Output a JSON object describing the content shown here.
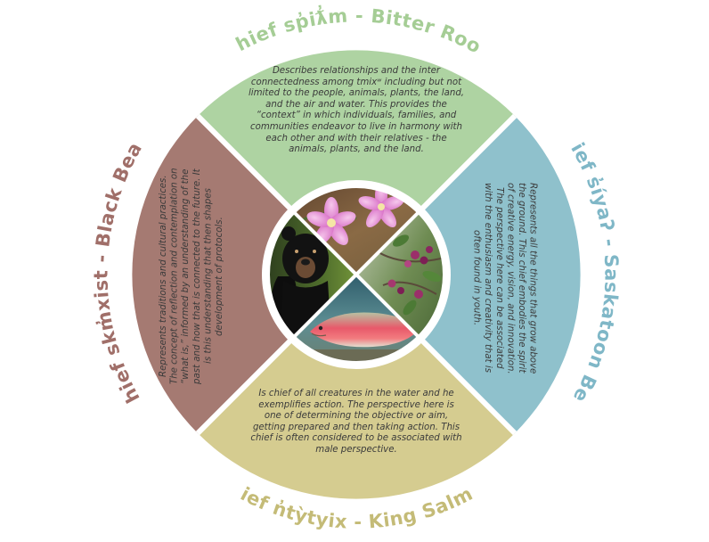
{
  "colors": {
    "north": "#aed3a2",
    "east": "#8fc1cc",
    "south": "#d5cc90",
    "west": "#a57a72",
    "north_title": "#a5cd95",
    "east_title": "#7fb7c7",
    "south_title": "#c4bb77",
    "west_title": "#a06f69"
  },
  "quadrants": {
    "north": {
      "title": "Chief sp̓iƛ̓m - Bitter Root",
      "description": "Describes relationships and the inter connectedness among tmixʷ including but not limited to the people, animals, plants, the land, and the air and water. This provides the “context” in which individuals, families, and communities endeavor to live in harmony with each other and with their relatives - the animals, plants, and the land.",
      "image": "bitter-root-flowers"
    },
    "east": {
      "title": "Chief s̓íyaʔ - Saskatoon Berry",
      "description": "Represents all the things that grow above the ground. This chief embodies the spirit of creative energy, vision, and innovation. The perspective here can be associated with the enthusiasm and creativity that is often found in youth.",
      "image": "saskatoon-berries"
    },
    "south": {
      "title": "Chief n̓tỳtyix - King Salmon",
      "description": "Is chief of all creatures in the water and he exemplifies action. The perspective here is one of determining the objective or aim, getting prepared and then taking action. This chief is often considered to be associated with male perspective.",
      "image": "king-salmon"
    },
    "west": {
      "title": "Chief skm̓xist - Black Bear",
      "description": "Represents traditions and cultural practices. The concept of reflection and contemplation on “what is,” informed by an understanding of the past and how that is connected to the future. It is this understanding that then shapes development of protocols.",
      "image": "black-bear"
    }
  }
}
